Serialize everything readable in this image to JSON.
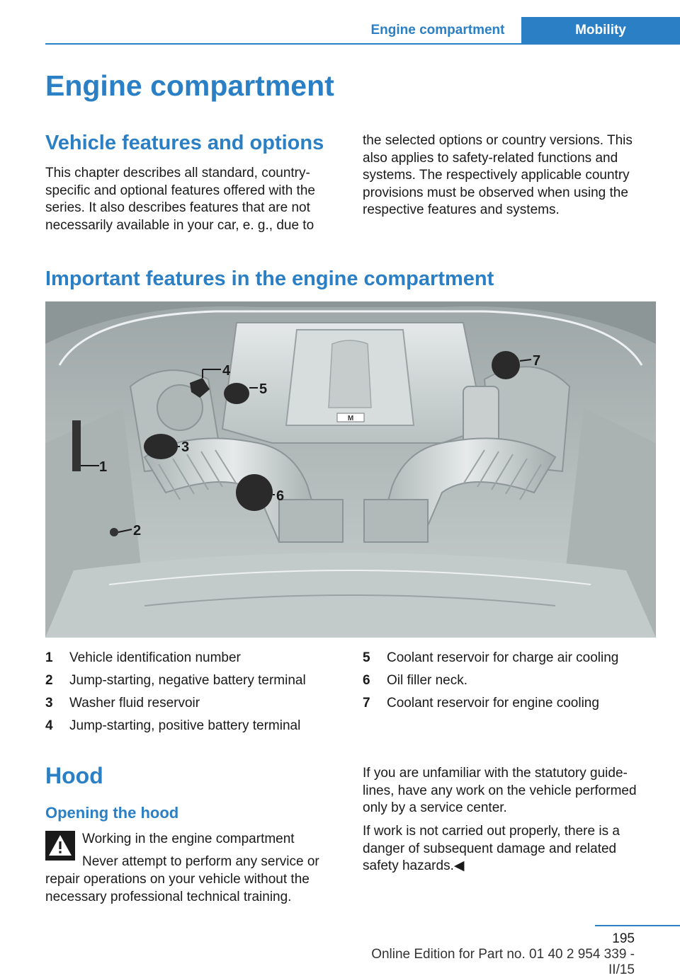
{
  "header": {
    "chapter_tab": "Engine compartment",
    "section_tab": "Mobility"
  },
  "title": "Engine compartment",
  "vehicle_features": {
    "heading": "Vehicle features and options",
    "left_lines": [
      "This chapter describes all standard, country-",
      "specific and optional features offered with the",
      "series. It also describes features that are not",
      "necessarily available in your car, e. g., due to"
    ],
    "right_lines": [
      "the selected options or country versions. This",
      "also applies to safety-related functions and",
      "systems. The respectively applicable country",
      "provisions must be observed when using the",
      "respective features and systems."
    ]
  },
  "important": {
    "heading": "Important features in the engine compartment"
  },
  "figure": {
    "brand_mark": "M",
    "callouts": [
      "1",
      "2",
      "3",
      "4",
      "5",
      "6",
      "7"
    ]
  },
  "legend_left": [
    {
      "num": "1",
      "text": "Vehicle identification number"
    },
    {
      "num": "2",
      "text": "Jump-starting, negative battery terminal"
    },
    {
      "num": "3",
      "text": "Washer fluid reservoir"
    },
    {
      "num": "4",
      "text": "Jump-starting, positive battery terminal"
    }
  ],
  "legend_right": [
    {
      "num": "5",
      "text": "Coolant reservoir for charge air cooling"
    },
    {
      "num": "6",
      "text": "Oil filler neck."
    },
    {
      "num": "7",
      "text": "Coolant reservoir for engine cooling"
    }
  ],
  "hood": {
    "heading": "Hood",
    "subheading": "Opening the hood",
    "warning_title": "Working in the engine compartment",
    "warning_first_line": "Never attempt to perform any service or",
    "warning_lines": [
      "repair operations on your vehicle without the",
      "necessary professional technical training."
    ],
    "right_para1": [
      "If you are unfamiliar with the statutory guide-",
      "lines, have any work on the vehicle performed",
      "only by a service center."
    ],
    "right_para2": [
      "If work is not carried out properly, there is a",
      "danger of subsequent damage and related",
      "safety hazards.◀"
    ]
  },
  "footer": {
    "page_number": "195",
    "edition": "Online Edition for Part no. 01 40 2 954 339 - II/15"
  }
}
